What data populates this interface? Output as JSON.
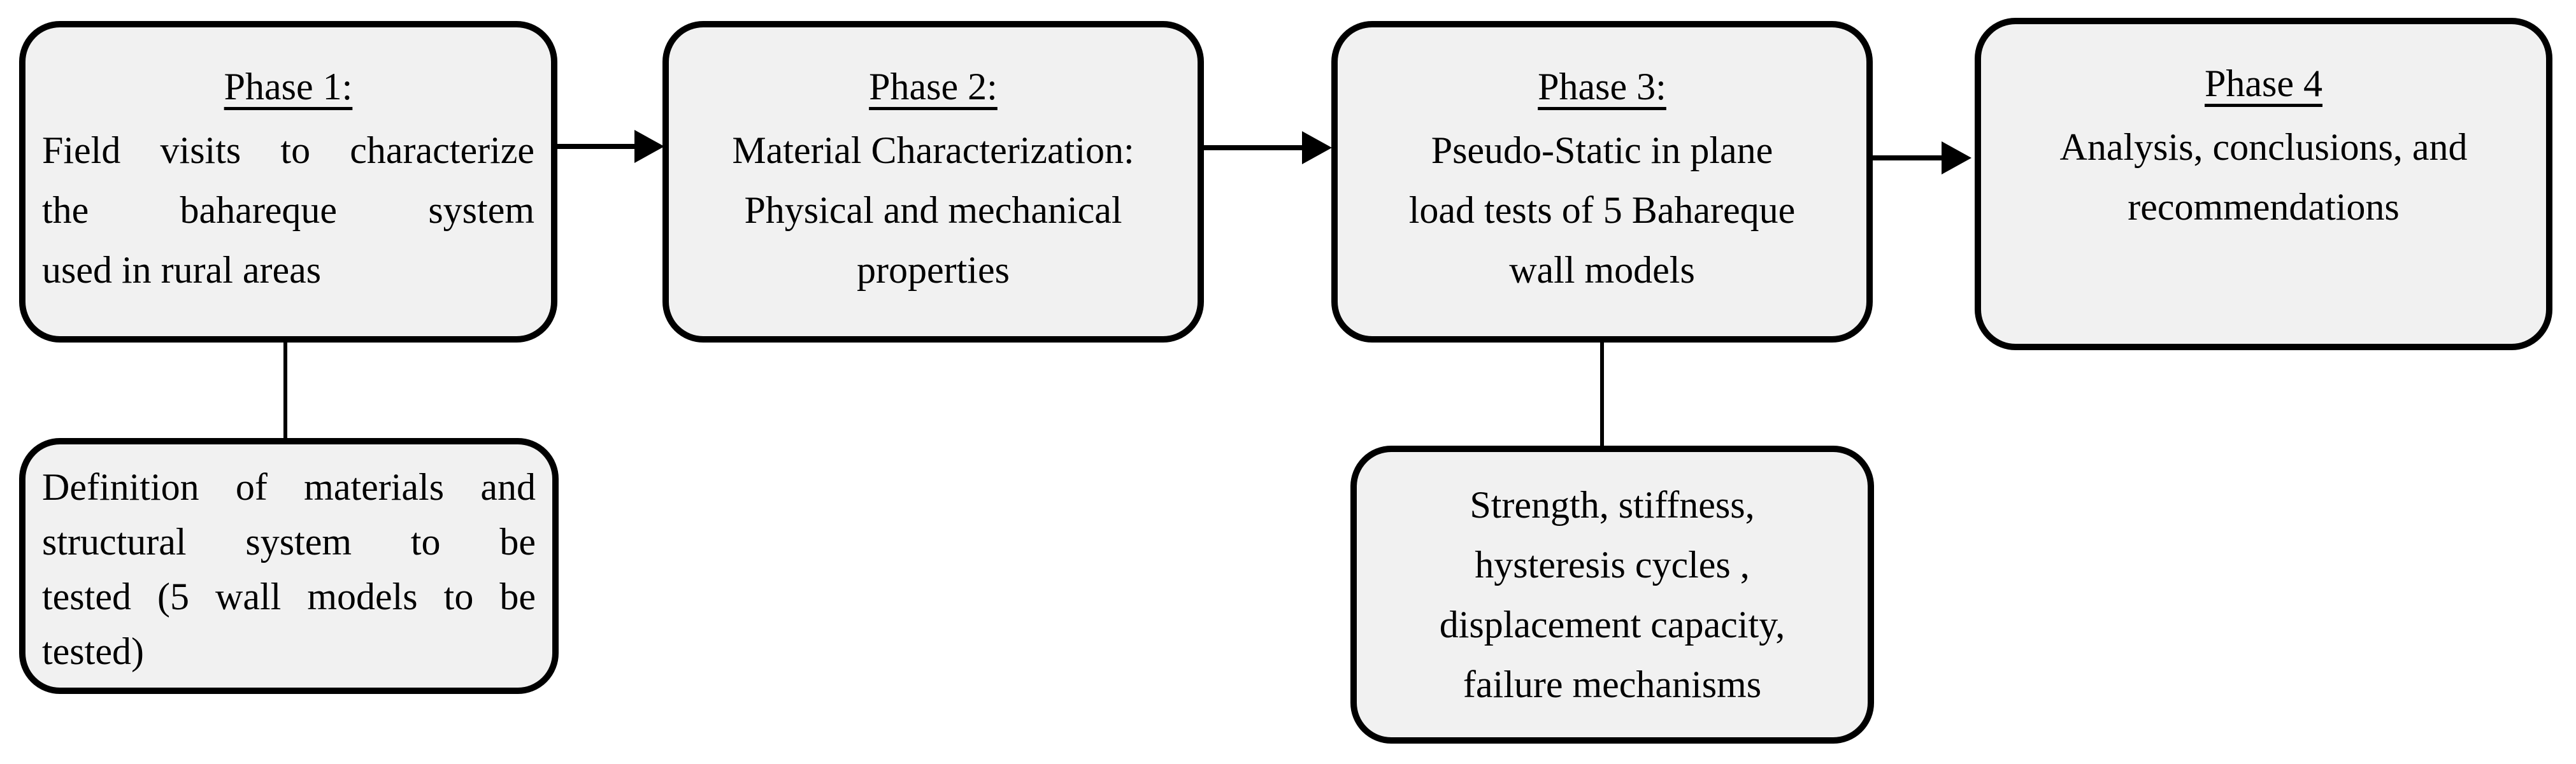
{
  "diagram": {
    "type": "flowchart",
    "background_color": "#ffffff",
    "box_fill_color": "#f1f1f1",
    "box_border_color": "#000000",
    "text_color": "#000000"
  },
  "phases": {
    "phase1": {
      "heading": "Phase 1:",
      "lines": [
        "Field visits to characterize",
        "the bahareque system",
        "used in rural areas"
      ]
    },
    "phase2": {
      "heading": "Phase 2:",
      "lines": [
        "Material Characterization:",
        "Physical and mechanical",
        "properties"
      ]
    },
    "phase3": {
      "heading": "Phase 3:",
      "lines": [
        "Pseudo-Static in plane",
        "load tests of 5 Bahareque",
        "wall models"
      ]
    },
    "phase4": {
      "heading": "Phase 4",
      "lines": [
        "Analysis, conclusions, and",
        "recommendations"
      ]
    }
  },
  "sub_boxes": {
    "definition": {
      "lines": [
        "Definition of materials and",
        "structural system to be",
        "tested (5 wall models to be",
        "tested)"
      ]
    },
    "results": {
      "lines": [
        "Strength, stiffness,",
        "hysteresis cycles ,",
        "displacement capacity,",
        "failure mechanisms"
      ]
    }
  }
}
